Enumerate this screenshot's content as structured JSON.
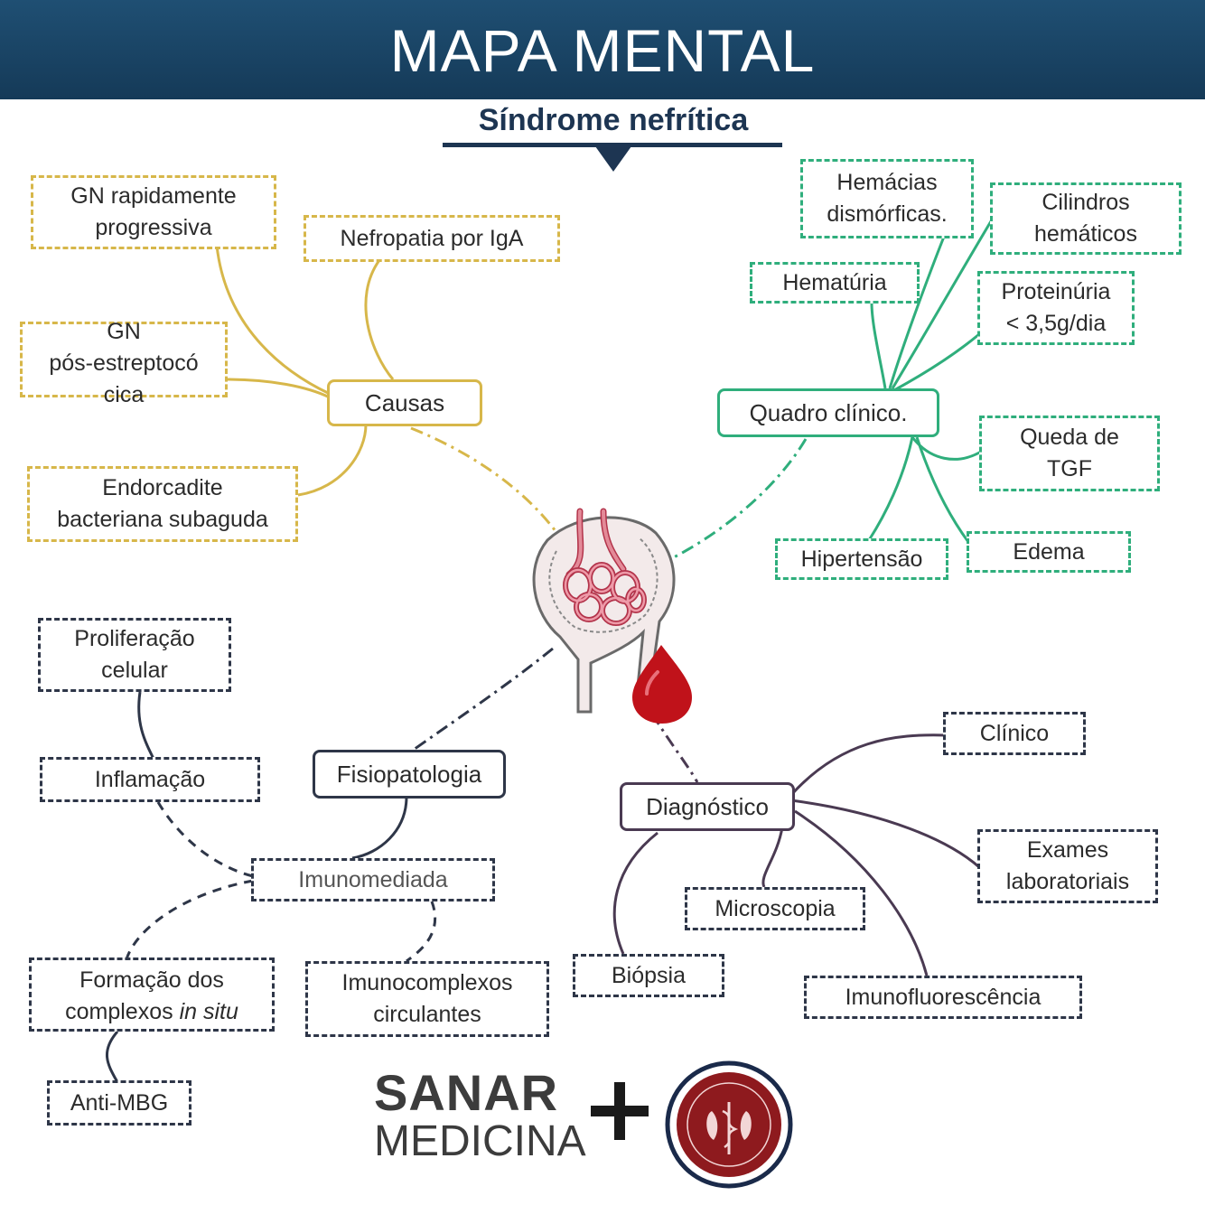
{
  "header": {
    "title": "MAPA MENTAL"
  },
  "subtitle": "Síndrome nefrítica",
  "center": {
    "illustration": "glomerulus-illustration",
    "drop": "blood-drop"
  },
  "causas": {
    "label": "Causas",
    "items": [
      "GN rapidamente\nprogressiva",
      "Nefropatia por IgA",
      "GN\npós-estreptocó\ncica",
      "Endorcadite\nbacteriana subaguda"
    ]
  },
  "quadro": {
    "label": "Quadro clínico.",
    "items": [
      "Hemácias\ndismórficas.",
      "Cilindros\nhemáticos",
      "Hematúria",
      "Proteinúria\n< 3,5g/dia",
      "Queda de\nTGF",
      "Hipertensão",
      "Edema"
    ]
  },
  "fisio": {
    "label": "Fisiopatologia",
    "imuno": "Imunomediada",
    "items": [
      "Proliferação\ncelular",
      "Inflamação",
      "Imunocomplexos\ncirculantes",
      "Anti-MBG"
    ],
    "formacao_text": "Formação dos\ncomplexos ",
    "formacao_italic": "in situ"
  },
  "diag": {
    "label": "Diagnóstico",
    "items": [
      "Clínico",
      "Exames\nlaboratoriais",
      "Microscopia",
      "Biópsia",
      "Imunofluorescência"
    ]
  },
  "footer": {
    "brand_line1": "SANAR",
    "brand_line2": "MEDICINA",
    "seal": "league-seal-logo"
  },
  "colors": {
    "header": "#1a4567",
    "causas": "#d7b74a",
    "quadro": "#2fae7c",
    "fisio": "#2e3648",
    "diag": "#4a3a52",
    "blood": "#c0121a"
  }
}
